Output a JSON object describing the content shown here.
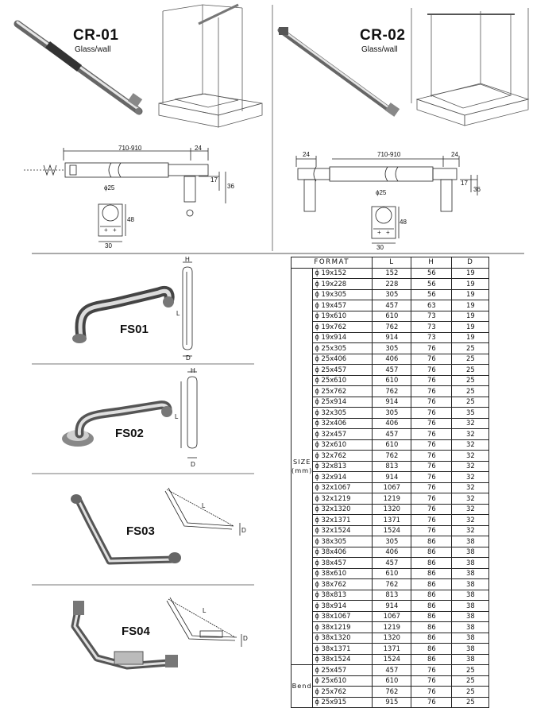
{
  "cr01": {
    "title": "CR-01",
    "subtitle": "Glass/wall",
    "dim_length": "710-910",
    "dim_24": "24",
    "dim_17": "17",
    "dim_36": "36",
    "dim_phi25": "ϕ25",
    "dim_48": "48",
    "dim_30": "30"
  },
  "cr02": {
    "title": "CR-02",
    "subtitle": "Glass/wall",
    "dim_length": "710-910",
    "dim_24_left": "24",
    "dim_24_right": "24",
    "dim_17": "17",
    "dim_36": "36",
    "dim_phi25": "ϕ25",
    "dim_48": "48",
    "dim_30": "30"
  },
  "fs01": {
    "label": "FS01",
    "dim_h": "H",
    "dim_l": "L",
    "dim_d": "D"
  },
  "fs02": {
    "label": "FS02",
    "dim_h": "H",
    "dim_l": "L",
    "dim_d": "D"
  },
  "fs03": {
    "label": "FS03",
    "dim_l": "L",
    "dim_d": "D"
  },
  "fs04": {
    "label": "FS04",
    "dim_l": "L",
    "dim_d": "D"
  },
  "table": {
    "headers": [
      "FORMAT",
      "L",
      "H",
      "D"
    ],
    "group_size_line1": "SIZE",
    "group_size_line2": "(mm)",
    "group_bend": "Bend",
    "size_rows": [
      [
        "ϕ 19x152",
        "152",
        "56",
        "19"
      ],
      [
        "ϕ 19x228",
        "228",
        "56",
        "19"
      ],
      [
        "ϕ 19x305",
        "305",
        "56",
        "19"
      ],
      [
        "ϕ 19x457",
        "457",
        "63",
        "19"
      ],
      [
        "ϕ 19x610",
        "610",
        "73",
        "19"
      ],
      [
        "ϕ 19x762",
        "762",
        "73",
        "19"
      ],
      [
        "ϕ 19x914",
        "914",
        "73",
        "19"
      ],
      [
        "ϕ 25x305",
        "305",
        "76",
        "25"
      ],
      [
        "ϕ 25x406",
        "406",
        "76",
        "25"
      ],
      [
        "ϕ 25x457",
        "457",
        "76",
        "25"
      ],
      [
        "ϕ 25x610",
        "610",
        "76",
        "25"
      ],
      [
        "ϕ 25x762",
        "762",
        "76",
        "25"
      ],
      [
        "ϕ 25x914",
        "914",
        "76",
        "25"
      ],
      [
        "ϕ 32x305",
        "305",
        "76",
        "35"
      ],
      [
        "ϕ 32x406",
        "406",
        "76",
        "32"
      ],
      [
        "ϕ 32x457",
        "457",
        "76",
        "32"
      ],
      [
        "ϕ 32x610",
        "610",
        "76",
        "32"
      ],
      [
        "ϕ 32x762",
        "762",
        "76",
        "32"
      ],
      [
        "ϕ 32x813",
        "813",
        "76",
        "32"
      ],
      [
        "ϕ 32x914",
        "914",
        "76",
        "32"
      ],
      [
        "ϕ 32x1067",
        "1067",
        "76",
        "32"
      ],
      [
        "ϕ 32x1219",
        "1219",
        "76",
        "32"
      ],
      [
        "ϕ 32x1320",
        "1320",
        "76",
        "32"
      ],
      [
        "ϕ 32x1371",
        "1371",
        "76",
        "32"
      ],
      [
        "ϕ 32x1524",
        "1524",
        "76",
        "32"
      ],
      [
        "ϕ 38x305",
        "305",
        "86",
        "38"
      ],
      [
        "ϕ 38x406",
        "406",
        "86",
        "38"
      ],
      [
        "ϕ 38x457",
        "457",
        "86",
        "38"
      ],
      [
        "ϕ 38x610",
        "610",
        "86",
        "38"
      ],
      [
        "ϕ 38x762",
        "762",
        "86",
        "38"
      ],
      [
        "ϕ 38x813",
        "813",
        "86",
        "38"
      ],
      [
        "ϕ 38x914",
        "914",
        "86",
        "38"
      ],
      [
        "ϕ 38x1067",
        "1067",
        "86",
        "38"
      ],
      [
        "ϕ 38x1219",
        "1219",
        "86",
        "38"
      ],
      [
        "ϕ 38x1320",
        "1320",
        "86",
        "38"
      ],
      [
        "ϕ 38x1371",
        "1371",
        "86",
        "38"
      ],
      [
        "ϕ 38x1524",
        "1524",
        "86",
        "38"
      ]
    ],
    "bend_rows": [
      [
        "ϕ 25x457",
        "457",
        "76",
        "25"
      ],
      [
        "ϕ 25x610",
        "610",
        "76",
        "25"
      ],
      [
        "ϕ 25x762",
        "762",
        "76",
        "25"
      ],
      [
        "ϕ 25x915",
        "915",
        "76",
        "25"
      ]
    ]
  }
}
